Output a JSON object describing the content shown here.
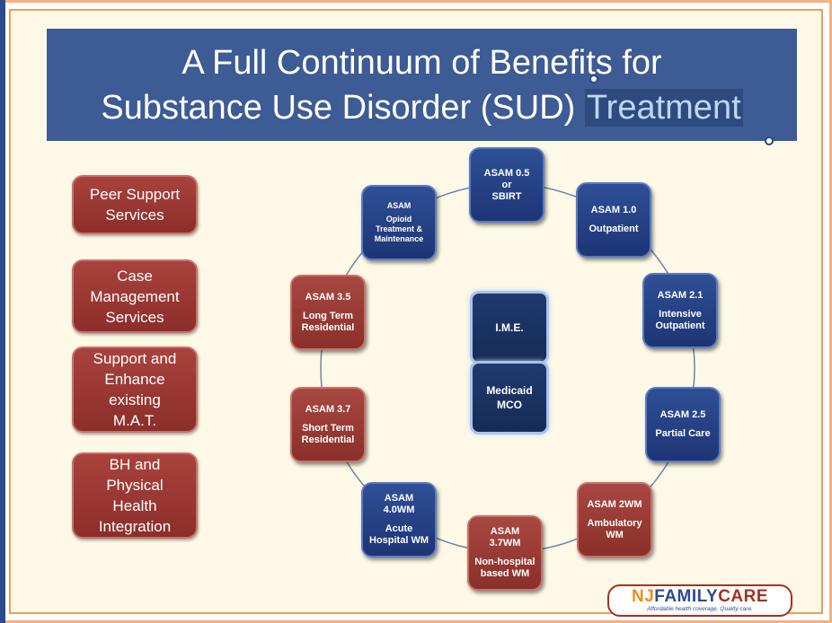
{
  "title": {
    "line1": "A Full Continuum of Benefits for",
    "line2_prefix": "Substance Use Disorder (SUD) ",
    "line2_highlight": "Treatment"
  },
  "side_services": [
    {
      "lines": [
        "Peer Support",
        "Services"
      ]
    },
    {
      "lines": [
        "Case",
        "Management",
        "Services"
      ]
    },
    {
      "lines": [
        "Support and",
        "Enhance",
        "existing",
        "M.A.T."
      ]
    },
    {
      "lines": [
        "BH and",
        "Physical",
        "Health",
        "Integration"
      ]
    }
  ],
  "center": {
    "ime": "I.M.E.",
    "mco": [
      "Medicaid",
      "MCO"
    ]
  },
  "nodes": [
    {
      "id": "asam-0-5",
      "color": "blue",
      "top": "ASAM 0.5",
      "mid": "or",
      "bottom": "SBIRT"
    },
    {
      "id": "asam-1-0",
      "color": "blue",
      "top": "ASAM 1.0",
      "bottom": "Outpatient"
    },
    {
      "id": "asam-2-1",
      "color": "blue",
      "top": "ASAM 2.1",
      "bottom": "Intensive",
      "bottom2": "Outpatient"
    },
    {
      "id": "asam-2-5",
      "color": "blue",
      "top": "ASAM 2.5",
      "bottom": "Partial Care"
    },
    {
      "id": "asam-2wm",
      "color": "red",
      "top": "ASAM 2WM",
      "bottom": "Ambulatory",
      "bottom2": "WM"
    },
    {
      "id": "asam-3-7wm",
      "color": "red",
      "top": "ASAM",
      "top2": "3.7WM",
      "bottom": "Non-hospital",
      "bottom2": "based WM"
    },
    {
      "id": "asam-4-0wm",
      "color": "blue",
      "top": "ASAM",
      "top2": "4.0WM",
      "bottom": "Acute",
      "bottom2": "Hospital WM"
    },
    {
      "id": "asam-3-7",
      "color": "red",
      "top": "ASAM 3.7",
      "bottom": "Short Term",
      "bottom2": "Residential"
    },
    {
      "id": "asam-3-5",
      "color": "red",
      "top": "ASAM 3.5",
      "bottom": "Long Term",
      "bottom2": "Residential"
    },
    {
      "id": "asam-otm",
      "color": "blue",
      "top": "ASAM",
      "bottom": "Opioid",
      "bottom2": "Treatment &",
      "bottom3": "Maintenance"
    }
  ],
  "logo": {
    "nj": "NJ",
    "family": "FAMILY",
    "care": "CARE",
    "tagline": "Affordable health coverage. Quality care."
  },
  "colors": {
    "title_bg": "#3d5b94",
    "node_blue": "#1f3a7a",
    "node_red": "#9a3a34",
    "frame": "#f4b183",
    "background": "#fdf9e6"
  }
}
